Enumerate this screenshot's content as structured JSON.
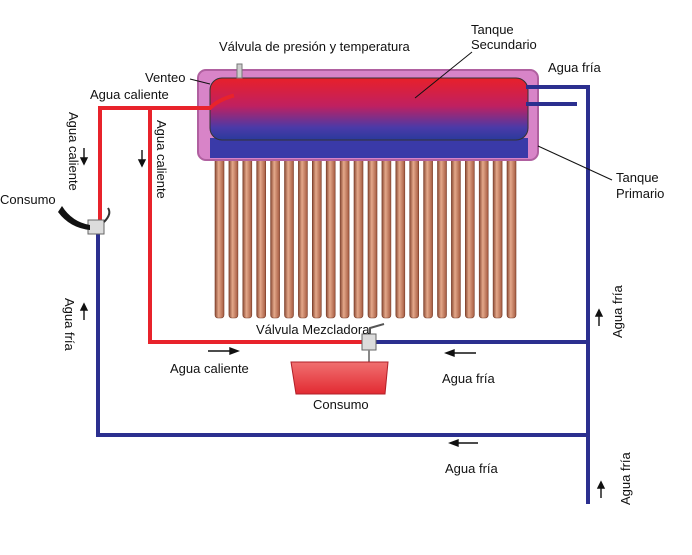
{
  "labels": {
    "valve_pt": "Válvula de presión y temperatura",
    "tank_secondary_line1": "Tanque",
    "tank_secondary_line2": "Secundario",
    "cold_water_top_right": "Agua fría",
    "vent": "Venteo",
    "hot_water_top": "Agua caliente",
    "hot_water_left_vertical": "Agua caliente",
    "hot_water_inner_vertical": "Agua caliente",
    "consumption_left": "Consumo",
    "tank_primary_line1": "Tanque",
    "tank_primary_line2": "Primario",
    "cold_water_left_vertical": "Agua fría",
    "cold_water_right_vertical_upper": "Agua fría",
    "mixing_valve": "Válvula Mezcladora",
    "hot_water_bottom": "Agua caliente",
    "cold_water_middle": "Agua fría",
    "consumption_bottom": "Consumo",
    "cold_water_bottom": "Agua fría",
    "cold_water_right_vertical_lower": "Agua fría"
  },
  "colors": {
    "hot_pipe": "#e8232b",
    "cold_pipe": "#2b2f8f",
    "tank_outer": "#d884c8",
    "tank_outer_border": "#b060a0",
    "tube": "#b86a4e",
    "tube_highlight": "#e0a080",
    "basin": "#e83a3f"
  },
  "tube_count": 22
}
